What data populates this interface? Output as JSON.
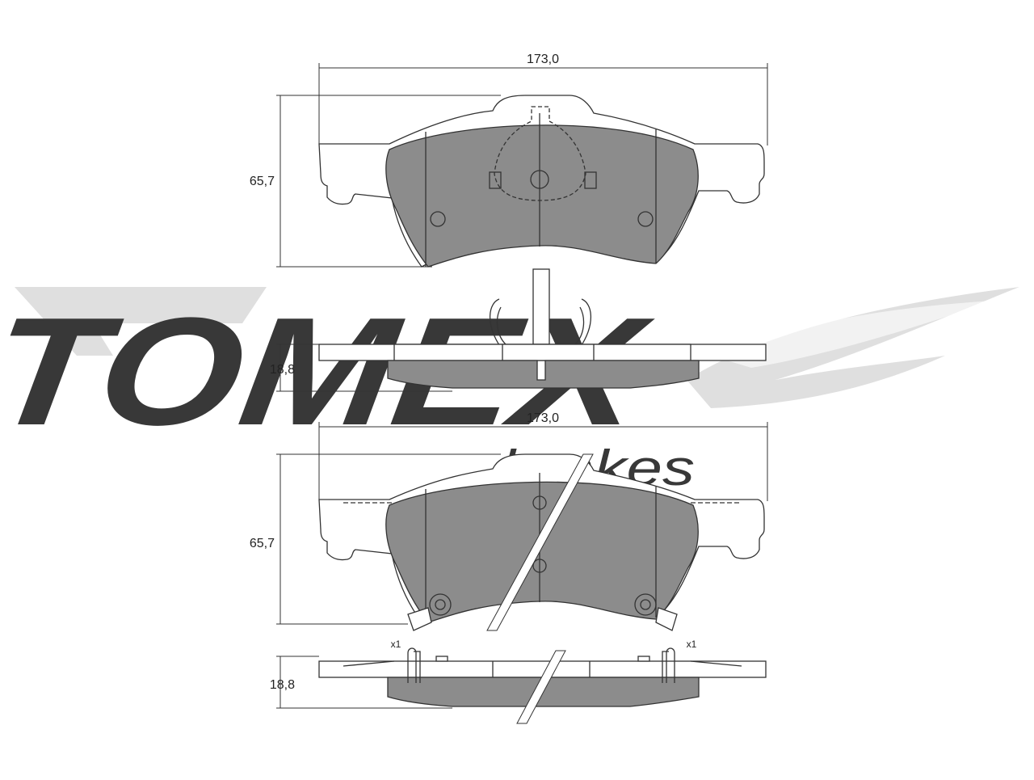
{
  "watermark": {
    "brand": "TOMEX",
    "sub": "brakes",
    "color": "#d6d6d6"
  },
  "drawing": {
    "line_color": "#333333",
    "pad_fill": "#8c8c8c",
    "backplate_fill": "#ffffff"
  },
  "views": {
    "top_pad": {
      "width_label": "173,0",
      "height_label": "65,7"
    },
    "top_side": {
      "thickness_label": "18,8"
    },
    "bottom_pad": {
      "width_label": "173,0",
      "height_label": "65,7"
    },
    "bottom_side": {
      "thickness_label": "18,8",
      "clip_qty_left": "x1",
      "clip_qty_right": "x1"
    }
  }
}
